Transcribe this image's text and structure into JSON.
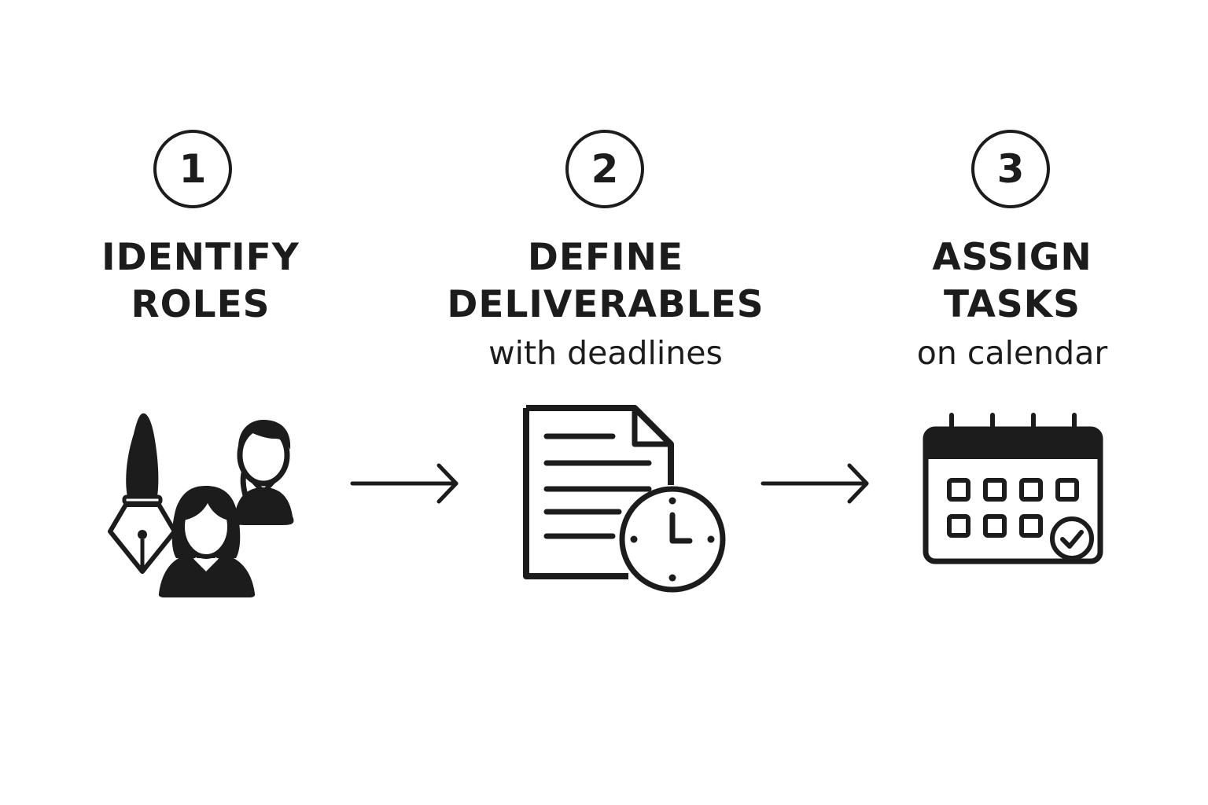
{
  "colors": {
    "ink": "#1c1c1c",
    "background": "#ffffff"
  },
  "steps": [
    {
      "number": "1",
      "title_lines": [
        "IDENTIFY",
        "ROLES"
      ],
      "subtitle": "",
      "icon": "roles-pen-people-icon"
    },
    {
      "number": "2",
      "title_lines": [
        "DEFINE",
        "DELIVERABLES"
      ],
      "subtitle": "with deadlines",
      "icon": "document-clock-icon"
    },
    {
      "number": "3",
      "title_lines": [
        "ASSIGN",
        "TASKS"
      ],
      "subtitle": "on calendar",
      "icon": "calendar-check-icon"
    }
  ],
  "connectors": [
    "arrow-right-icon",
    "arrow-right-icon"
  ]
}
